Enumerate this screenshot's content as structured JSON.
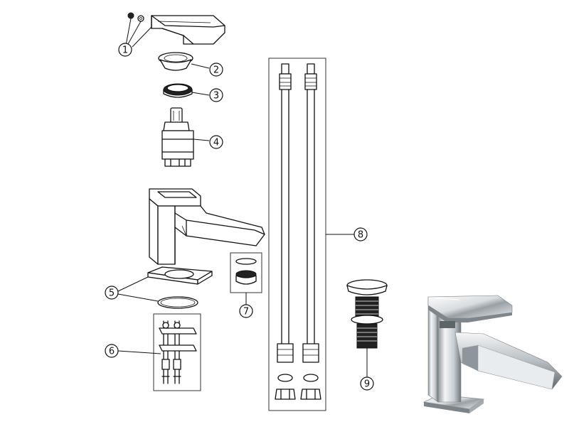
{
  "diagram": {
    "callouts": [
      {
        "id": "1",
        "label": "1"
      },
      {
        "id": "2",
        "label": "2"
      },
      {
        "id": "3",
        "label": "3"
      },
      {
        "id": "4",
        "label": "4"
      },
      {
        "id": "5",
        "label": "5"
      },
      {
        "id": "6",
        "label": "6"
      },
      {
        "id": "7",
        "label": "7"
      },
      {
        "id": "8",
        "label": "8"
      },
      {
        "id": "9",
        "label": "9"
      }
    ],
    "parts": [
      "lever-handle",
      "shroud",
      "retaining-nut",
      "cartridge",
      "tap-body",
      "base-plate",
      "base-o-ring",
      "fixing-kit",
      "aerator",
      "flexible-tails",
      "click-clack-waste",
      "product-photo"
    ]
  }
}
